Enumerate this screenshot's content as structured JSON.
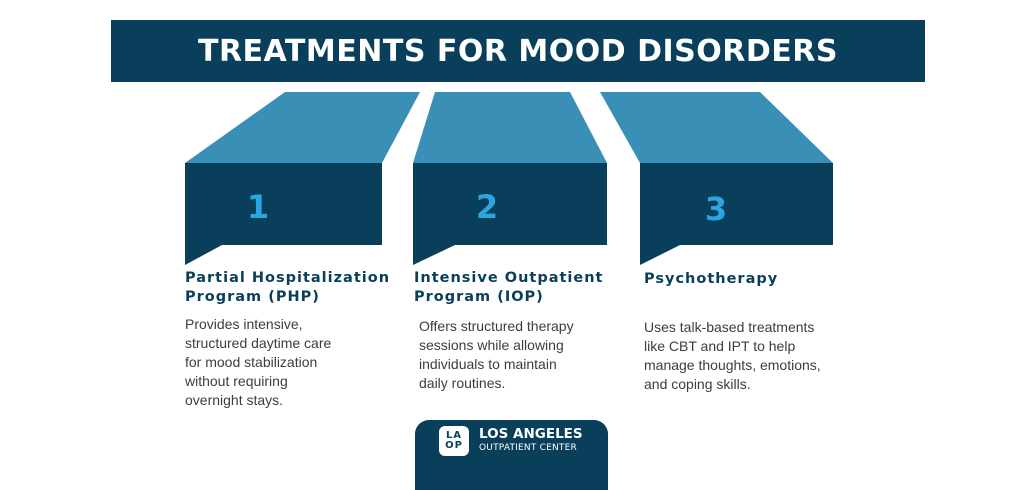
{
  "title": "TREATMENTS FOR MOOD DISORDERS",
  "colors": {
    "dark_navy": "#0a3f5c",
    "top_face": "#3a8fb7",
    "number": "#2aa6e0",
    "body_text": "#3d3d3d",
    "background": "#ffffff"
  },
  "steps": [
    {
      "number": "1",
      "heading": "Partial Hospitalization\nProgram (PHP)",
      "description": "Provides intensive,\nstructured daytime care\nfor mood stabilization\nwithout requiring\novernight stays."
    },
    {
      "number": "2",
      "heading": "Intensive Outpatient\nProgram (IOP)",
      "description": "Offers structured therapy\nsessions while allowing\nindividuals to maintain\ndaily routines."
    },
    {
      "number": "3",
      "heading": "Psychotherapy",
      "description": "Uses talk-based treatments\nlike CBT and IPT to help\nmanage thoughts, emotions,\nand coping skills."
    }
  ],
  "logo": {
    "mark_top": "LA",
    "mark_bottom": "OP",
    "name": "LOS ANGELES",
    "subtitle": "OUTPATIENT CENTER"
  }
}
